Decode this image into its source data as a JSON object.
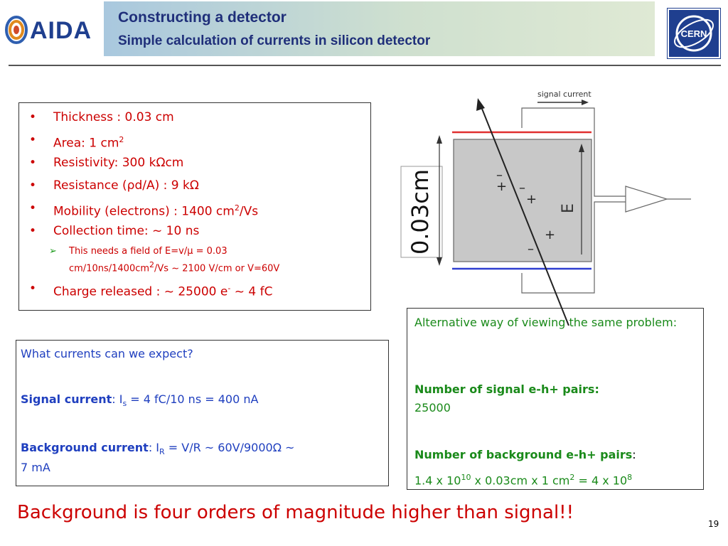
{
  "header": {
    "logo_left": "AIDA",
    "logo_right": "CERN",
    "title": "Constructing a detector",
    "subtitle": "Simple calculation of currents in silicon detector"
  },
  "params": {
    "bullet": "•",
    "items": [
      {
        "label": "Thickness : 0.03 cm"
      },
      {
        "pre": "Area: 1 cm",
        "sup": "2"
      },
      {
        "pre": "Resistivity: 300 k",
        "sym": "Ω",
        "post": "cm"
      },
      {
        "pre": "Resistance (",
        "sym": "ρ",
        "post": "d/A) : 9 k",
        "sym2": "Ω"
      },
      {
        "pre": "Mobility (electrons) : 1400 cm",
        "sup": "2",
        "post": "/Vs"
      },
      {
        "label": "Collection time: ~ 10 ns"
      }
    ],
    "sub_line1_pre": "This needs a field of E=v/",
    "sub_line1_sym": "μ",
    "sub_line1_post": " = 0.03",
    "sub_line2_pre": "cm/10ns/1400cm",
    "sub_line2_sup": "2",
    "sub_line2_post": "/Vs ~ 2100 V/cm or V=60V",
    "last_pre": "Charge released : ~ 25000 e",
    "last_sup": "-",
    "last_post": " ~ 4 fC"
  },
  "currents": {
    "question": "What currents can we expect?",
    "signal_label": "Signal current",
    "signal_pre": ": I",
    "signal_sub": "s",
    "signal_post": " = 4 fC/10 ns = 400 nA",
    "bg_label": "Background current",
    "bg_pre": ": I",
    "bg_sub": "R",
    "bg_post": " = V/R ~ 60V/9000",
    "bg_sym": "Ω",
    "bg_tail": " ~",
    "bg_line2": "7 mA"
  },
  "alternative": {
    "intro": "Alternative way of viewing the same problem:",
    "signal_label": "Number of signal e-h+ pairs:",
    "signal_value": "25000",
    "bg_label": "Number of background e-h+ pairs",
    "bg_colon": ":",
    "formula_a": "1.4 x 10",
    "formula_sup1": "10",
    "formula_b": " x 0.03cm x 1 cm",
    "formula_sup2": "2",
    "formula_c": " = 4 x 10",
    "formula_sup3": "8"
  },
  "diagram": {
    "signal_current_label": "signal current",
    "thickness_label": "0.03cm",
    "field_label": "E",
    "plus": "+",
    "minus": "–"
  },
  "footer": {
    "conclusion": "Background is four orders of magnitude higher than signal!!",
    "page_number": "19"
  },
  "colors": {
    "red": "#cc0000",
    "blue": "#1f3fbf",
    "green": "#1a8a1a",
    "navy": "#1f2f7a"
  }
}
